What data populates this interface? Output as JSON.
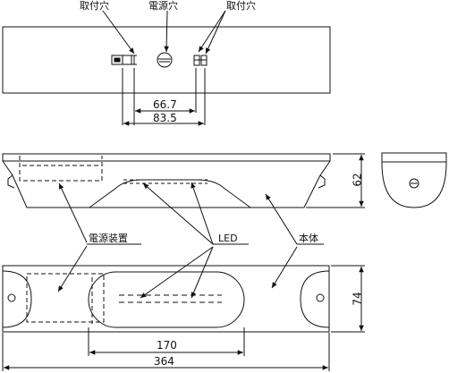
{
  "labels": {
    "mount_hole_left": "取付穴",
    "power_hole": "電源穴",
    "mount_hole_right": "取付穴",
    "power_unit": "電源装置",
    "led": "LED",
    "body": "本体"
  },
  "dimensions": {
    "mount_pitch_inner": "66.7",
    "mount_pitch_outer": "83.5",
    "height_side": "62",
    "depth": "74",
    "led_length": "170",
    "overall_length": "364"
  }
}
